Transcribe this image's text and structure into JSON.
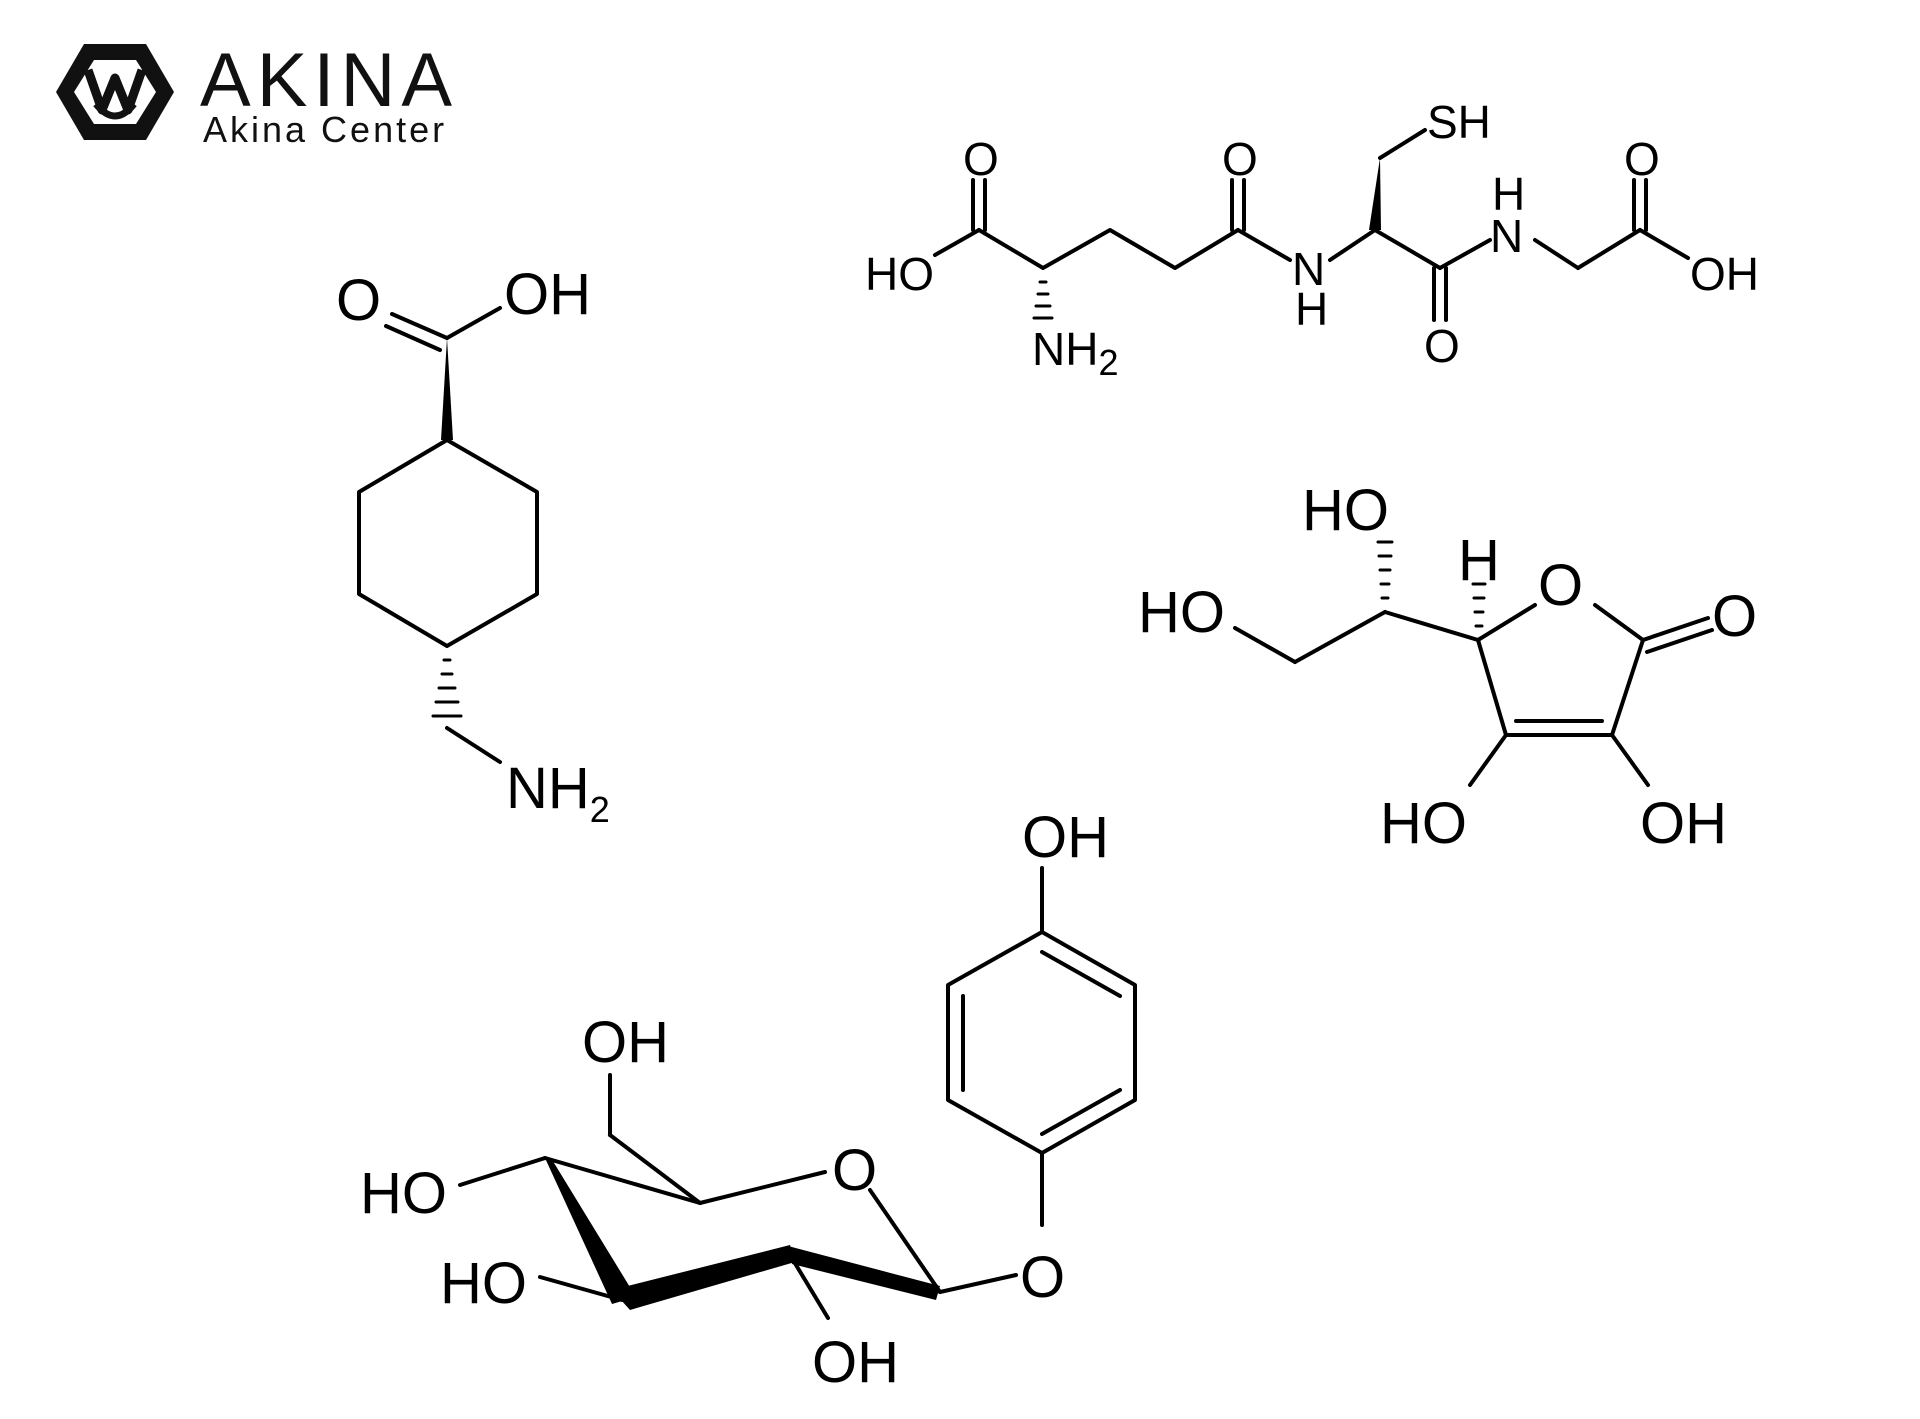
{
  "logo": {
    "wordmark": "AKINA",
    "subtitle": "Akina Center",
    "icon": "hexagon-monogram-icon",
    "color": "#111111"
  },
  "structures": {
    "tranexamic": {
      "o": "O",
      "oh": "OH",
      "nh": "NH",
      "sub2": "2"
    },
    "glutathione": {
      "sh": "SH",
      "ho": "HO",
      "o1": "O",
      "o2": "O",
      "o3": "O",
      "o4": "O",
      "nh_n": "N",
      "nh_h": "H",
      "nh2_n": "H",
      "nh2_nn": "N",
      "amine": "NH",
      "sub2": "2",
      "oh": "OH"
    },
    "ascorbic": {
      "ho_top": "HO",
      "ho_left": "HO",
      "h": "H",
      "o_ring": "O",
      "o_keto": "O",
      "ho_bottom": "HO",
      "oh_bottom": "OH"
    },
    "arbutin": {
      "oh_top": "OH",
      "oh_ch2": "OH",
      "ho_upper": "HO",
      "ho_lower": "HO",
      "o_ring": "O",
      "o_link": "O",
      "oh_bottom": "OH"
    }
  }
}
